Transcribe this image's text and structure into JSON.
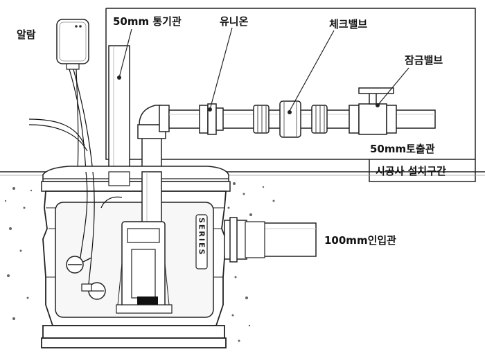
{
  "labels": {
    "vent_pipe": "50mm 통기관",
    "union": "유니온",
    "check_valve": "체크밸브",
    "gate_valve": "잠금밸브",
    "alarm": "알람",
    "discharge_pipe": "50mm토출관",
    "installer_section": "시공사 설치구간",
    "inlet_pipe": "100mm인입관"
  },
  "tank_badge": "SERIES"
}
